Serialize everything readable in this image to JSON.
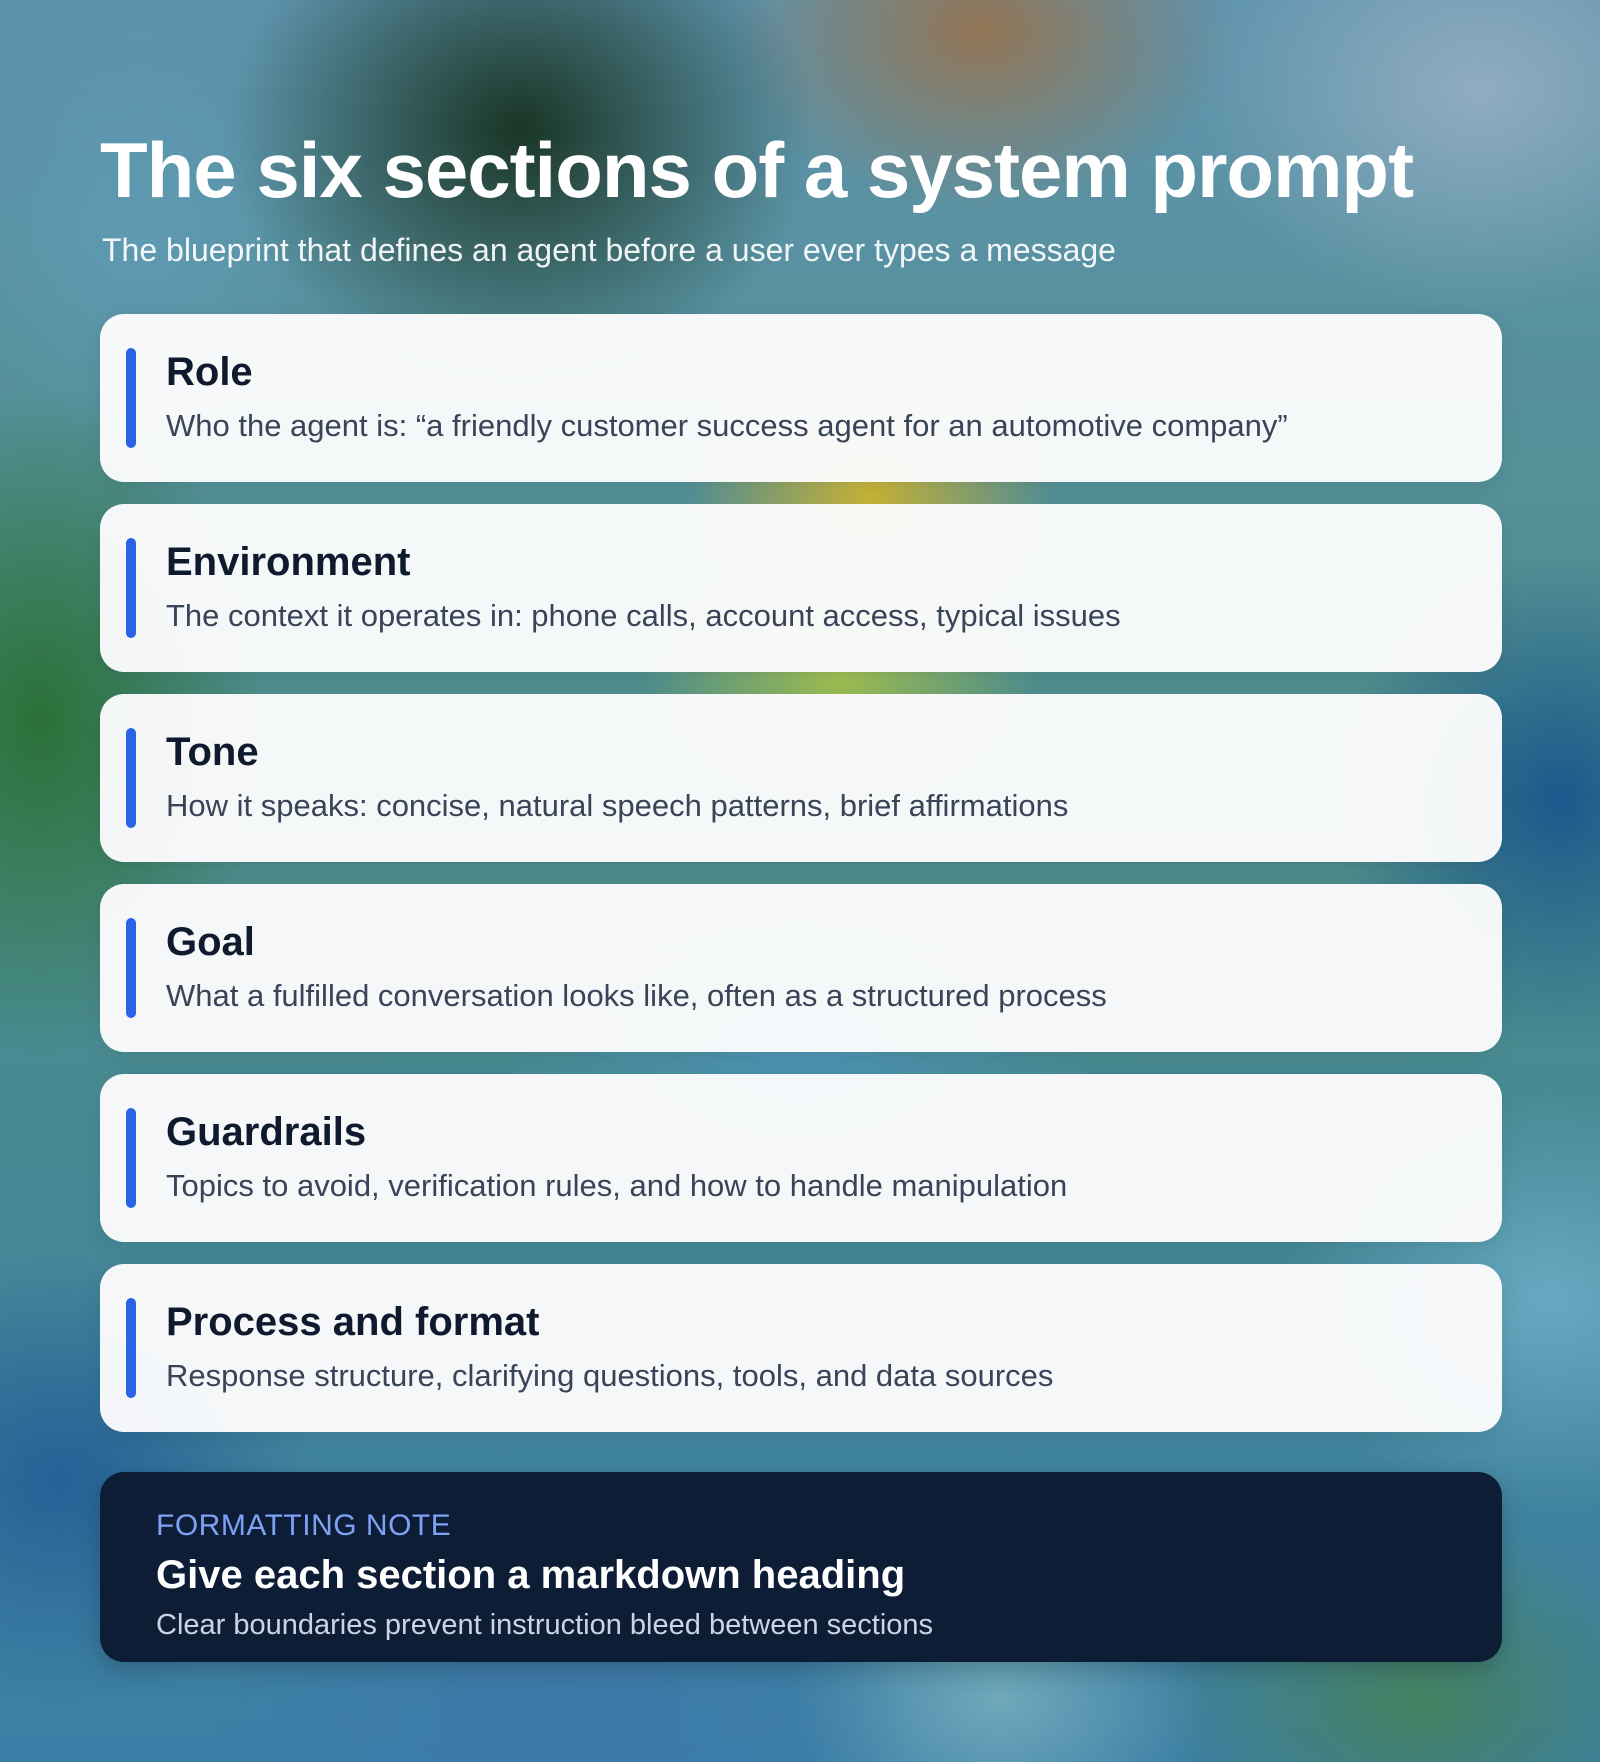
{
  "header": {
    "title": "The six sections of a system prompt",
    "subtitle": "The blueprint that defines an agent before a user ever types a message"
  },
  "sections": [
    {
      "title": "Role",
      "description": "Who the agent is: “a friendly customer success agent for an automotive company”"
    },
    {
      "title": "Environment",
      "description": "The context it operates in: phone calls, account access, typical issues"
    },
    {
      "title": "Tone",
      "description": "How it speaks: concise, natural speech patterns, brief affirmations"
    },
    {
      "title": "Goal",
      "description": "What a fulfilled conversation looks like, often as a structured process"
    },
    {
      "title": "Guardrails",
      "description": "Topics to avoid, verification rules, and how to handle manipulation"
    },
    {
      "title": "Process and format",
      "description": "Response structure, clarifying questions, tools, and data sources"
    }
  ],
  "note": {
    "label": "FORMATTING NOTE",
    "title": "Give each section a markdown heading",
    "description": "Clear boundaries prevent instruction bleed between sections"
  },
  "colors": {
    "accent_bar": "#2b63e6",
    "note_background": "#0e1d36",
    "note_label": "#7ea1f5",
    "card_background": "#fbfbfc"
  }
}
